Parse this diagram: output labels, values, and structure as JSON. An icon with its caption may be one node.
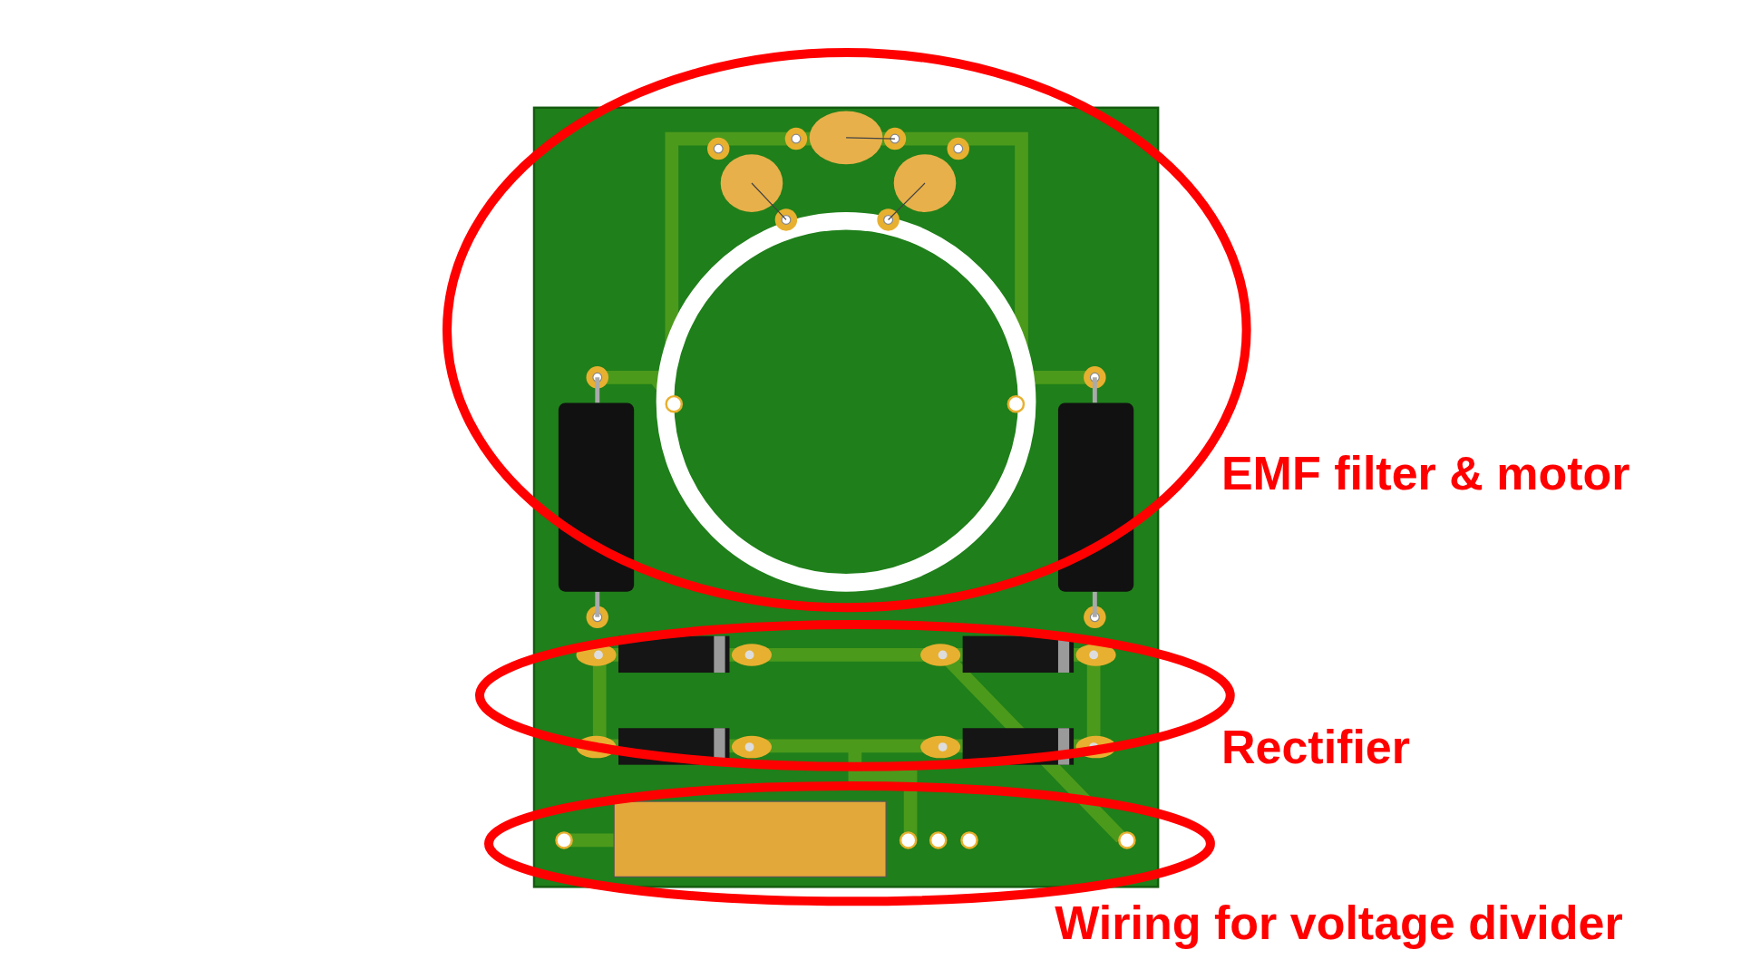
{
  "diagram": {
    "nodes": [
      {
        "text": [],
        "shape": "ellipse",
        "beside": [
          "EMF filter & motor"
        ]
      },
      {
        "text": [],
        "shape": "ellipse",
        "beside": [
          "Rectifier"
        ]
      },
      {
        "text": [],
        "shape": "ellipse",
        "beside": [
          "Wiring for voltage divider"
        ]
      }
    ]
  }
}
